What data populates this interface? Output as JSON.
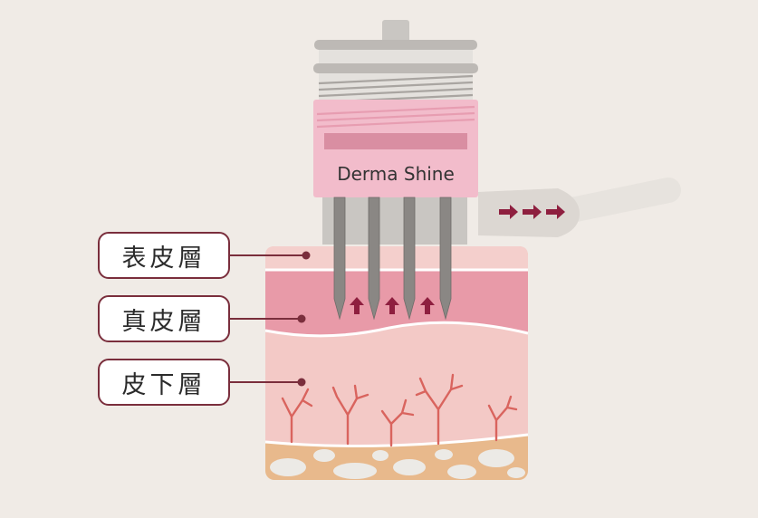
{
  "brand": "Derma Shine",
  "layers": [
    {
      "id": "epidermis",
      "label": "表皮層"
    },
    {
      "id": "dermis",
      "label": "真皮層"
    },
    {
      "id": "subcutis",
      "label": "皮下層"
    }
  ],
  "colors": {
    "background": "#f0ebe6",
    "device_pink": "#f2bccb",
    "device_band": "#d98ea2",
    "device_gray": "#c9c6c2",
    "arrow": "#8e1f3f",
    "label_border": "#7a2e3c",
    "epidermis": "#f4cfcc",
    "dermis": "#e89aa8",
    "subcutis": "#f3c9c6",
    "fat": "#e8b98c",
    "fat_cell": "#eceae6",
    "vessel": "#d9645e"
  },
  "icons": {
    "flow_arrows": "right-arrow-icon",
    "needle_arrows": "up-arrow-icon"
  }
}
